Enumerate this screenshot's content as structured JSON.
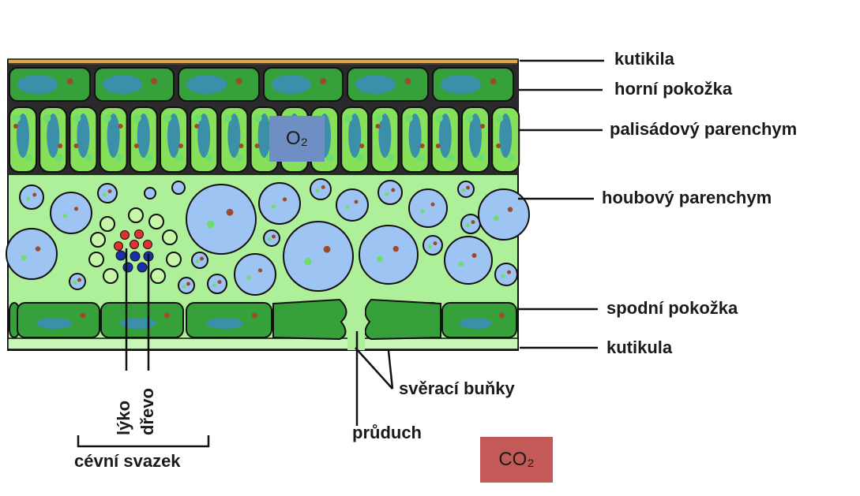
{
  "labels": {
    "kutikila": "kutikila",
    "horni_pokozka": "horní pokožka",
    "palisadovy": "palisádový parenchym",
    "houbovy": "houbový parenchym",
    "spodni_pokozka": "spodní pokožka",
    "kutikula": "kutikula",
    "sveraci": "svěrací buňky",
    "pruduch": "průduch",
    "lyko": "lýko",
    "drevo": "dřevo",
    "cevni_svazek": "cévní svazek"
  },
  "gases": {
    "o2": "O₂",
    "co2": "CO₂"
  },
  "colors": {
    "cuticle": "#e0a64a",
    "epidermis": "#36a03a",
    "palisade": "#86e05a",
    "spongy_bg": "#aef09a",
    "vacuole": "#9ec4f4",
    "nucleus": "#9c4a2a",
    "chloroplast": "#6fdc6f",
    "phloem": "#e03030",
    "xylem": "#1b2fa8",
    "o2_box": "#6f8fc4",
    "co2_box": "#c45a57"
  }
}
